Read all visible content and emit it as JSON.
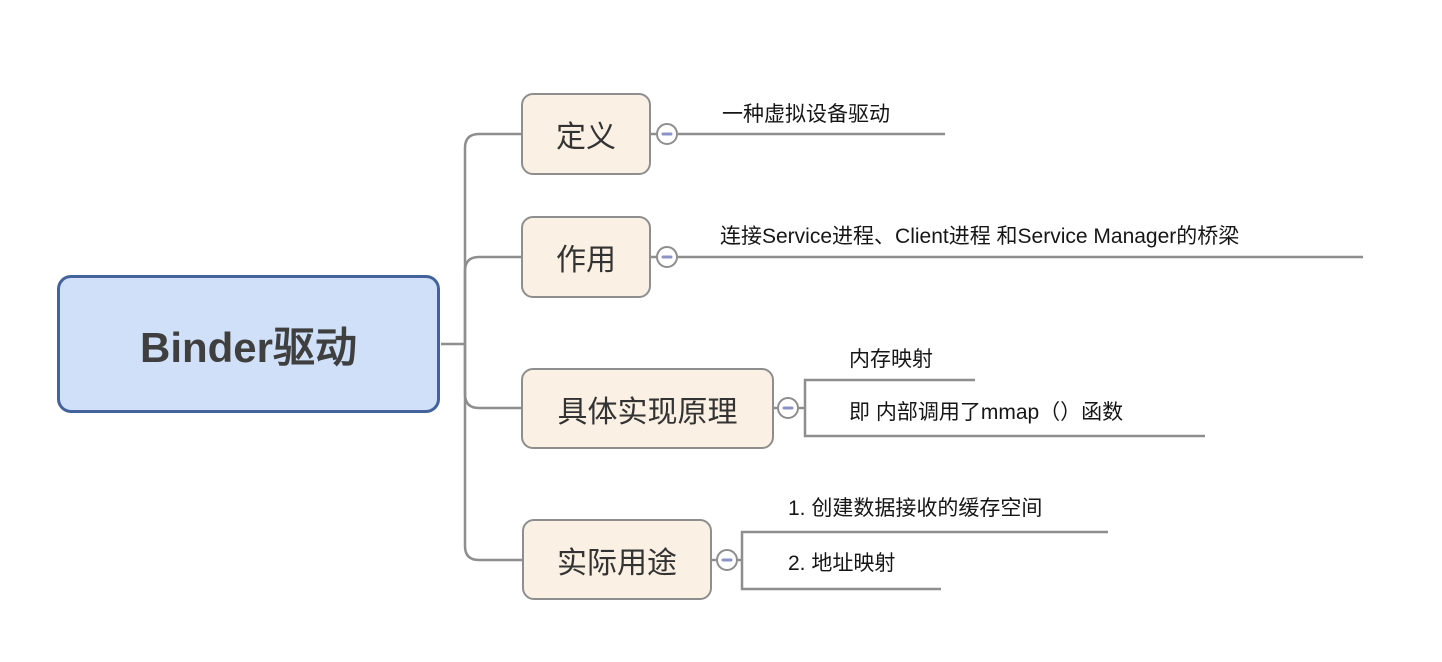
{
  "mindmap": {
    "root": {
      "label": "Binder驱动"
    },
    "branches": [
      {
        "label": "定义",
        "children": [
          "一种虚拟设备驱动"
        ]
      },
      {
        "label": "作用",
        "children": [
          "连接Service进程、Client进程 和Service Manager的桥梁"
        ]
      },
      {
        "label": "具体实现原理",
        "children": [
          "内存映射",
          "即 内部调用了mmap（）函数"
        ]
      },
      {
        "label": "实际用途",
        "children": [
          "1. 创建数据接收的缓存空间",
          "2. 地址映射"
        ]
      }
    ],
    "collapse_button_state": "expanded",
    "colors": {
      "root_fill": "#cfe0f8",
      "root_border": "#44639b",
      "branch_fill": "#faf0e3",
      "branch_border": "#8e8e8e",
      "connector": "#8e8e8e",
      "collapse_circle_fill": "#ffffff",
      "collapse_minus": "#8b93c7",
      "text": "#333333"
    }
  }
}
